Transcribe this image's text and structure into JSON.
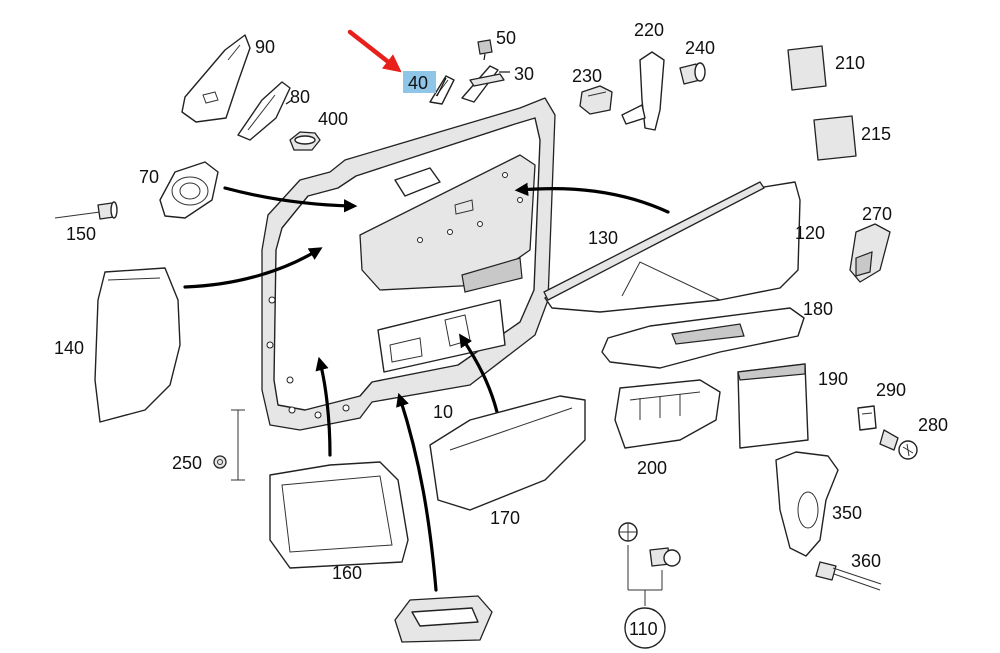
{
  "highlight": {
    "label": "40",
    "box_color": "#8fc6e8",
    "pointer_color": "#e8201c"
  },
  "labels": {
    "p10": "10",
    "p30": "30",
    "p40": "40",
    "p50": "50",
    "p70": "70",
    "p80": "80",
    "p90": "90",
    "p110": "110",
    "p120": "120",
    "p130": "130",
    "p140": "140",
    "p150": "150",
    "p160": "160",
    "p170": "170",
    "p180": "180",
    "p190": "190",
    "p200": "200",
    "p210": "210",
    "p215": "215",
    "p220": "220",
    "p230": "230",
    "p240": "240",
    "p250": "250",
    "p270": "270",
    "p280": "280",
    "p290": "290",
    "p350": "350",
    "p360": "360",
    "p400": "400"
  }
}
